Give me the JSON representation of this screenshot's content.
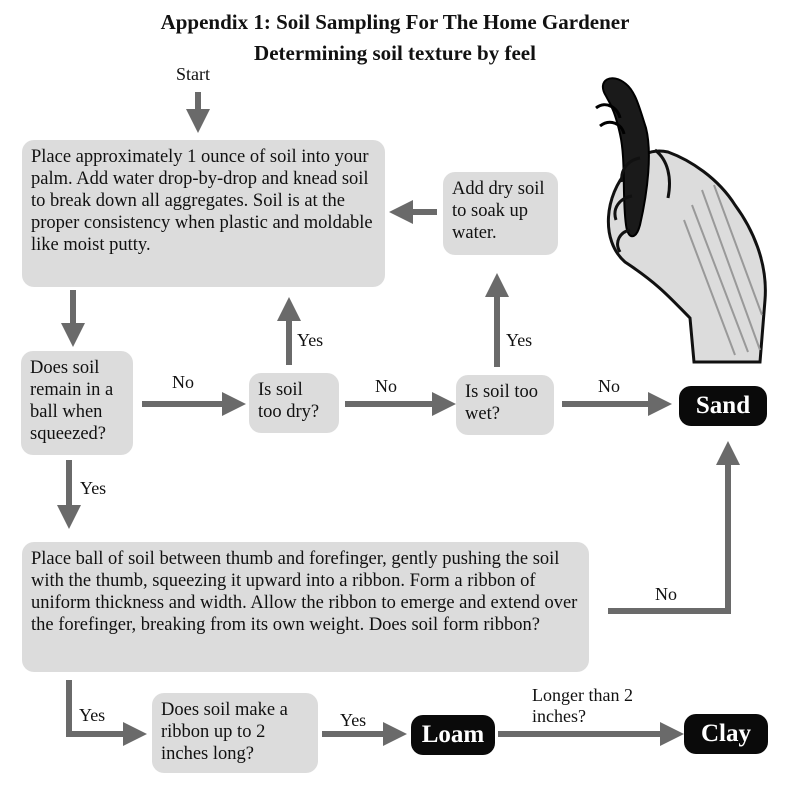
{
  "title": "Appendix 1:  Soil Sampling For The Home Gardener",
  "subtitle": "Determining soil texture by feel",
  "nodes": {
    "start": "Start",
    "prep": "Place approximately 1 ounce of soil into your palm.  Add water drop-by-drop and knead soil to break down all aggregates. Soil is at the proper consistency when plastic and moldable like moist putty.",
    "add_dry": "Add dry soil to soak up water.",
    "ball": "Does soil remain in a ball when squeezed?",
    "too_dry": "Is soil too dry?",
    "too_wet": "Is soil too wet?",
    "sand": "Sand",
    "ribbon": "Place ball of soil between thumb and forefinger, gently pushing the soil with the thumb, squeezing it upward into a ribbon. Form a ribbon of uniform thickness and width.  Allow the ribbon to emerge and extend over the forefinger, breaking from its own weight.  Does soil form ribbon?",
    "ribbon_length": "Does soil make a ribbon up to 2 inches long?",
    "loam": "Loam",
    "clay": "Clay"
  },
  "edges": {
    "ball_no": "No",
    "dry_yes": "Yes",
    "dry_no": "No",
    "wet_yes": "Yes",
    "wet_no": "No",
    "ball_yes": "Yes",
    "ribbon_no": "No",
    "ribbon_yes": "Yes",
    "length_yes": "Yes",
    "longer_than": "Longer than 2 inches?"
  },
  "colors": {
    "box": "#dcdcdc",
    "arrow": "#6a6a6a",
    "terminal": "#0a0a0a"
  },
  "icons": [
    "hand-squeezing-soil-icon"
  ]
}
